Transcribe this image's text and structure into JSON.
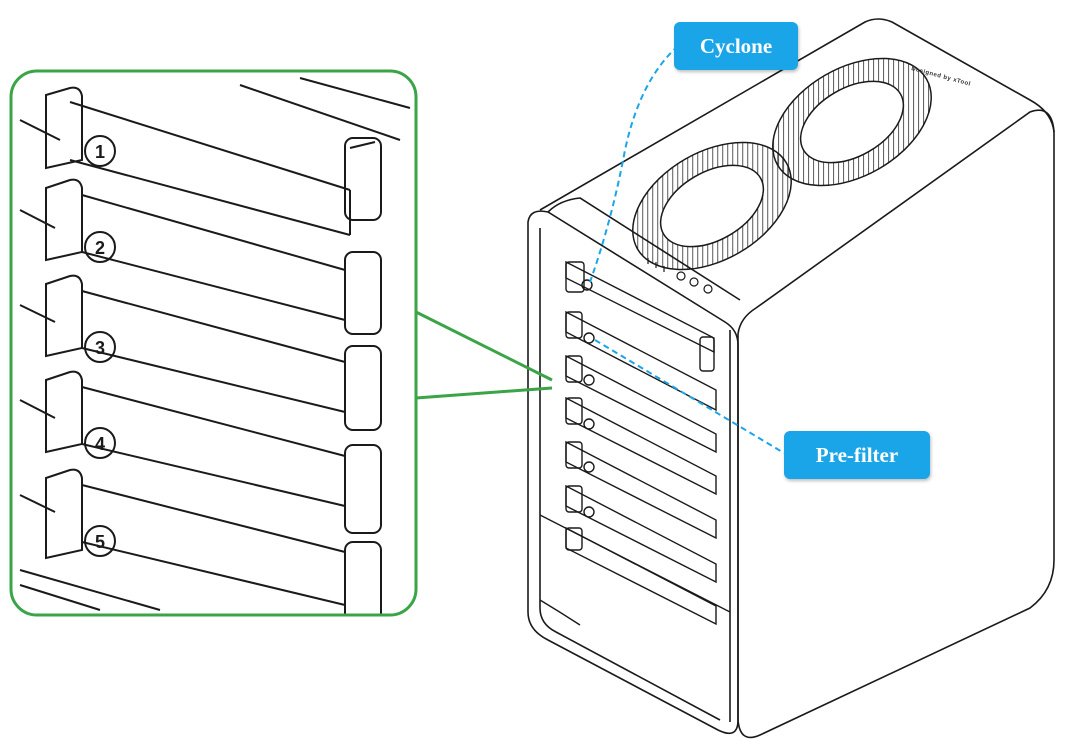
{
  "callouts": {
    "cyclone": "Cyclone",
    "prefilter": "Pre-filter"
  },
  "brand_text": "Designed by xTool",
  "drawer_numbers": [
    "1",
    "2",
    "3",
    "4",
    "5"
  ],
  "colors": {
    "callout_bg": "#1aa5e8",
    "callout_text": "#ffffff",
    "zoom_frame": "#3aa447",
    "leader_line": "#1aa5e8",
    "line_art": "#1a1a1a"
  }
}
